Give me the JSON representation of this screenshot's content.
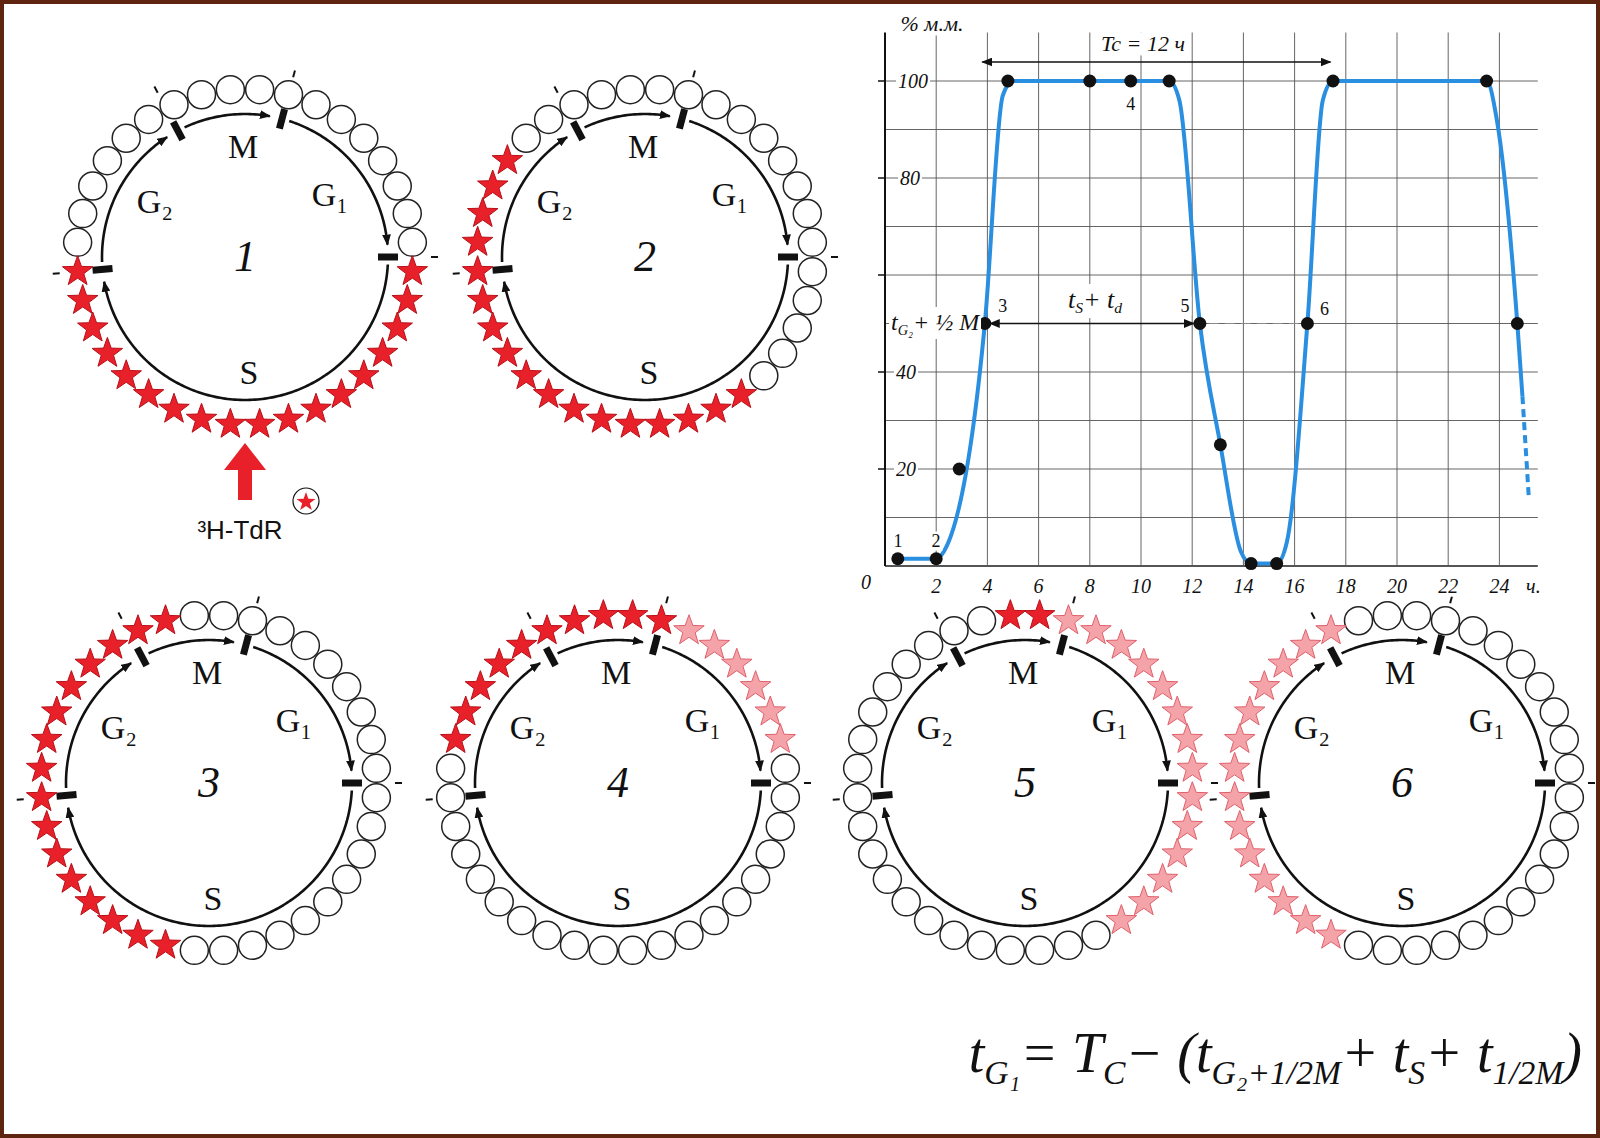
{
  "diagram": {
    "nodes": [
      {
        "text": [
          "1",
          "G₂",
          "M",
          "G₁",
          "S"
        ]
      },
      {
        "text": [
          "2",
          "G₂",
          "M",
          "G₁",
          "S"
        ]
      },
      {
        "text": [
          "3",
          "G₂",
          "M",
          "G₁",
          "S"
        ]
      },
      {
        "text": [
          "4",
          "G₂",
          "M",
          "G₁",
          "S"
        ]
      },
      {
        "text": [
          "5",
          "G₂",
          "M",
          "G₁",
          "S"
        ]
      },
      {
        "text": [
          "6",
          "G₂",
          "M",
          "G₁",
          "S"
        ]
      }
    ],
    "labels": [
      "³H-TdR",
      "% м.м.",
      "Tc = 12 ч",
      "100",
      "80",
      "40",
      "20",
      "0",
      "2",
      "4",
      "6",
      "8",
      "10",
      "12",
      "14",
      "16",
      "18",
      "20",
      "22",
      "24",
      "ч.",
      "1",
      "2",
      "3",
      "4",
      "5",
      "6",
      "t",
      "G₂",
      "+ ½ M",
      "t",
      "S",
      "+ t",
      "d",
      "t",
      "G₁",
      "= T",
      "C",
      "− (t",
      "G₂+1/2M",
      "+ t",
      "S",
      "+ t",
      "1/2M",
      ")"
    ]
  }
}
